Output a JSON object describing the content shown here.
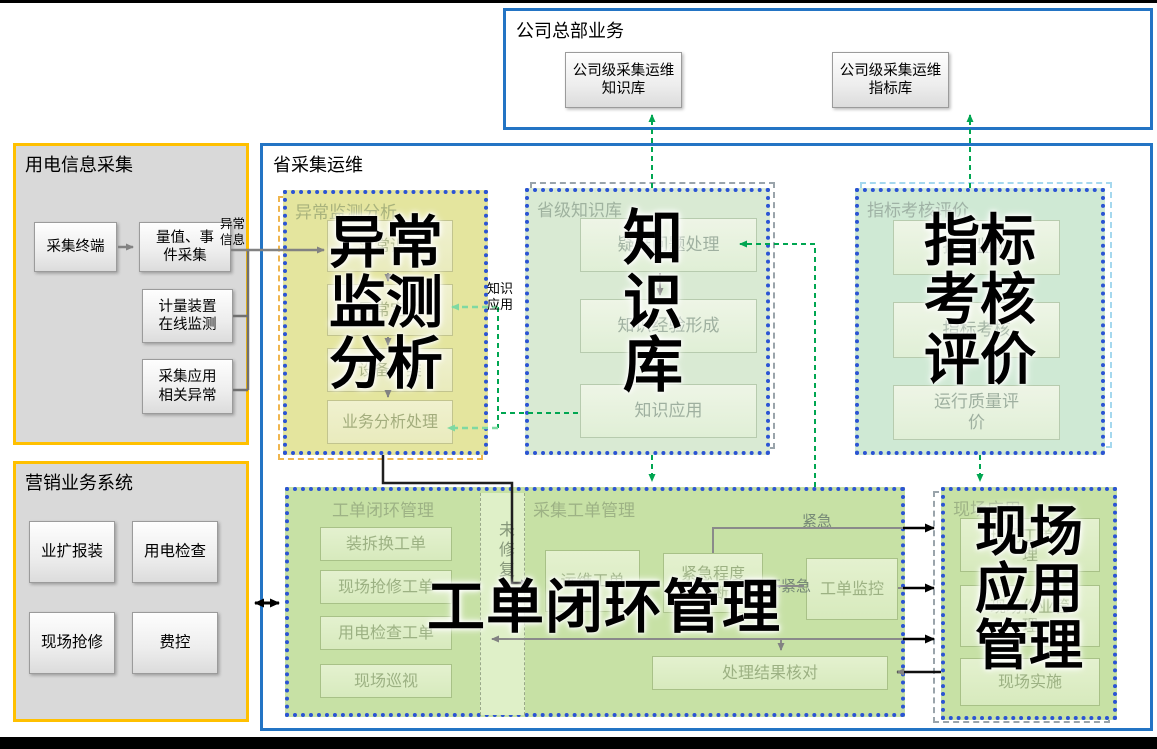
{
  "hq": {
    "title": "公司总部业务",
    "knowledge_box": "公司级采集运维\n知识库",
    "metrics_box": "公司级采集运维\n指标库"
  },
  "electricity": {
    "title": "用电信息采集",
    "terminal": "采集终端",
    "measure": "量值、事\n件采集",
    "metering": "计量装置\n在线监测",
    "collection_anomaly": "采集应用\n相关异常",
    "anomaly_info_label": "异常\n信息"
  },
  "marketing": {
    "title": "营销业务系统",
    "items": [
      "业扩报装",
      "用电检查",
      "现场抢修",
      "费控"
    ]
  },
  "province": {
    "title": "省采集运维"
  },
  "anomaly": {
    "title": "异常监测分析",
    "overlay": "异常\n监测\n分析",
    "steps": [
      "异常识别",
      "异常定位",
      "设备分类",
      "业务分析处理"
    ]
  },
  "knowledge": {
    "title": "省级知识库",
    "overlay": "知\n识\n库",
    "steps": [
      "疑难问题处理",
      "知识经验形成",
      "知识应用"
    ],
    "apply_label": "知识\n应用"
  },
  "metrics": {
    "title": "指标考核评价",
    "overlay": "指标\n考核\n评价",
    "steps": [
      "指标监测",
      "指标考核",
      "运行质量评价"
    ]
  },
  "orders": {
    "left_title": "工单闭环管理",
    "right_title": "采集工单管理",
    "overlay": "工单闭环管理",
    "left_steps": [
      "装拆换工单",
      "现场抢修工单",
      "用电检查工单",
      "现场巡视"
    ],
    "lane_label": "未修复",
    "ops_order": "运维工单",
    "urgency": "紧急程度判断",
    "monitor": "工单监控",
    "verify": "处理结果核对",
    "urgent_label": "紧急",
    "not_urgent_label": "不紧急"
  },
  "field": {
    "title": "现场应用",
    "overlay": "现场\n应用\n管理",
    "steps": [
      "现场工单管理",
      "现场作业管理",
      "现场实施"
    ]
  }
}
